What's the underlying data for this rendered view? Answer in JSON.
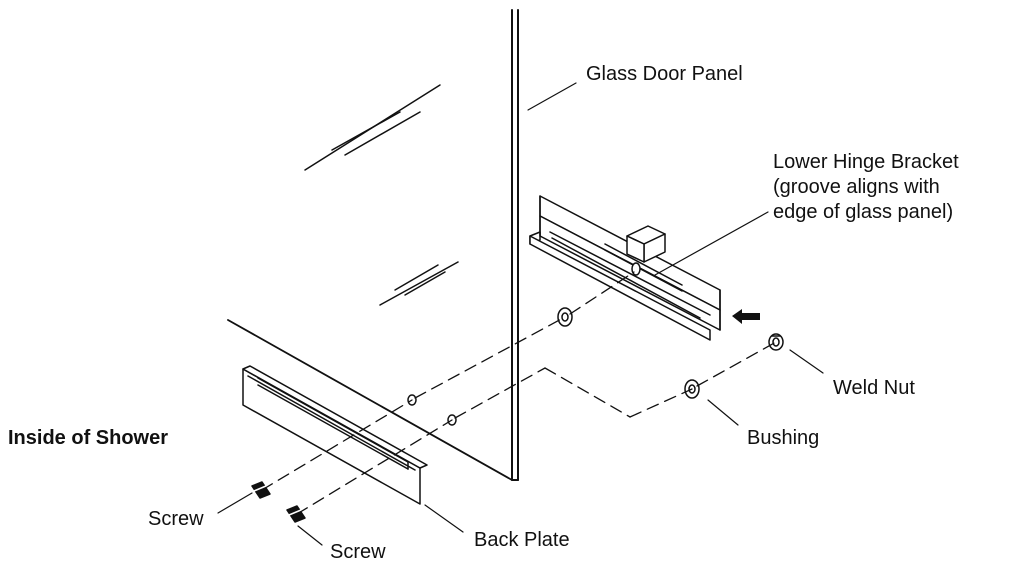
{
  "labels": {
    "glass_door_panel": "Glass Door Panel",
    "lower_hinge_bracket": [
      "Lower Hinge Bracket",
      "(groove aligns with",
      "edge of glass panel)"
    ],
    "weld_nut": "Weld Nut",
    "bushing": "Bushing",
    "inside_of_shower": "Inside of Shower",
    "screw_1": "Screw",
    "screw_2": "Screw",
    "back_plate": "Back Plate"
  },
  "colors": {
    "line": "#111111",
    "fill": "#ffffff",
    "shade": "#cfcfcf"
  }
}
